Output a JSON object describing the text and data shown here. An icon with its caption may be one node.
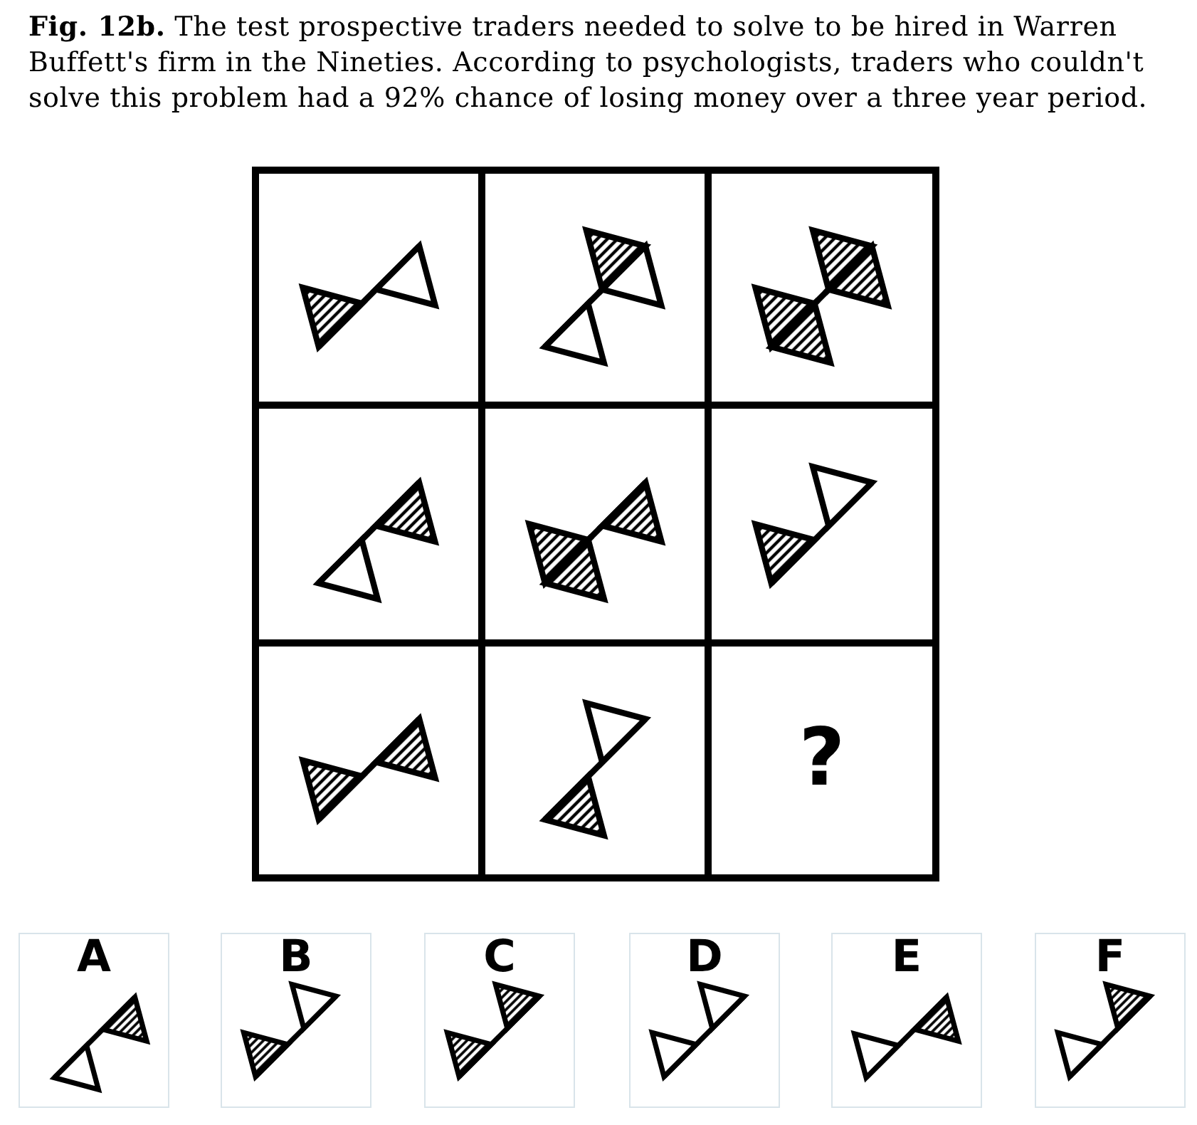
{
  "diagram": {
    "caption": "**Fig. 12b.** The test prospective traders needed to solve to be hired in Warren Buffett's firm in the Nineties. According to psychologists, traders who couldn't solve this problem had a 92% chance of losing money over a three year period.",
    "nodes": [
      {
        "text": [],
        "shape": "picture"
      },
      {
        "text": [],
        "shape": "picture"
      },
      {
        "text": [],
        "shape": "picture"
      },
      {
        "text": [],
        "shape": "picture"
      },
      {
        "text": [],
        "shape": "picture"
      },
      {
        "text": [],
        "shape": "picture"
      },
      {
        "text": [],
        "shape": "picture"
      },
      {
        "text": [],
        "shape": "picture"
      },
      {
        "text": [
          "?"
        ]
      },
      {
        "text": [
          "A"
        ]
      },
      {
        "text": [
          "B"
        ]
      },
      {
        "text": [
          "C"
        ]
      },
      {
        "text": [
          "D"
        ]
      },
      {
        "text": [
          "E"
        ]
      },
      {
        "text": [
          "F"
        ]
      }
    ]
  }
}
